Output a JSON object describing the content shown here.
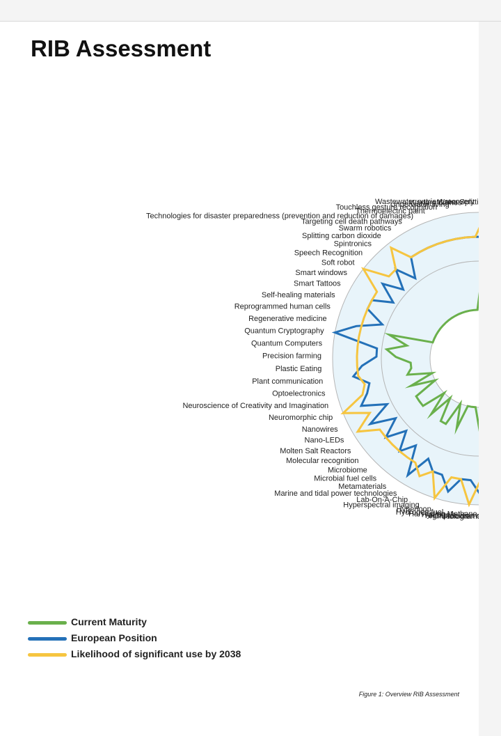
{
  "page": {
    "title": "RIB Assessment",
    "caption": "Figure 1: Overview RIB Assessment"
  },
  "colors": {
    "current_maturity": "#6ab04c",
    "european_position": "#2471b8",
    "likelihood": "#f6c540",
    "ring_fill": "#e8f4fa",
    "ring_line": "#b5b5b5"
  },
  "chart_data": {
    "type": "radar",
    "title": "RIB Assessment",
    "grid": true,
    "legend": "bottom-left",
    "rlim": [
      0,
      3
    ],
    "categories": [
      "Water Splitting",
      "Wastewater nutrient recovery",
      "Warfare drones",
      "Underwater living",
      "Touchless gesture recognition",
      "Thermoelectric paint",
      "Technologies for disaster preparedness (prevention and reduction of damages)",
      "Targeting cell death pathways",
      "Swarm robotics",
      "Splitting carbon dioxide",
      "Spintronics",
      "Speech Recognition",
      "Soft robot",
      "Smart windows",
      "Smart Tattoos",
      "Self-healing materials",
      "Reprogrammed human cells",
      "Regenerative medicine",
      "Quantum Cryptography",
      "Quantum Computers",
      "Precision farming",
      "Plastic Eating",
      "Plant communication",
      "Optoelectronics",
      "Neuroscience of Creativity and Imagination",
      "Neuromorphic chip",
      "Nanowires",
      "Nano-LEDs",
      "Molten Salt Reactors",
      "Molecular recognition",
      "Microbiome",
      "Microbial fuel cells",
      "Metamaterials",
      "Marine and tidal power technologies",
      "Lab-On-A-Chip",
      "Hyperspectral imaging",
      "Hyperloop",
      "Hydrogen fuel",
      "Hydrogels",
      "Humanoids",
      "Holograms",
      "High-precision clock",
      "Harvesting Methane Hydrate"
    ],
    "series": [
      {
        "name": "Current Maturity",
        "values": [
          2,
          1,
          1,
          1,
          1,
          1,
          1,
          1,
          1,
          1,
          1,
          1,
          1,
          1,
          1,
          1,
          1,
          1.9,
          1.5,
          1.9,
          1.7,
          1.4,
          1.4,
          1.5,
          1,
          1.5,
          1,
          1.5,
          1.5,
          1.5,
          1,
          1.5,
          1,
          1.5,
          1.5,
          1,
          1.5,
          1,
          1,
          1,
          1.5,
          1.5,
          1
        ]
      },
      {
        "name": "European Position",
        "values": [
          2.5,
          2.5,
          2.5,
          2.5,
          2.5,
          2.5,
          2.5,
          2.5,
          2.5,
          2.1,
          2.5,
          2.1,
          2.5,
          2.1,
          2.5,
          2.5,
          2.1,
          2.6,
          3,
          2.1,
          2.1,
          2.4,
          2.6,
          2.3,
          2.4,
          2.6,
          2.1,
          2.6,
          2.1,
          2.5,
          2.1,
          2.5,
          2.2,
          2.8,
          2.3,
          2.5,
          2.5,
          2.8,
          2.5,
          2.5,
          2.8,
          2.8,
          2.8
        ]
      },
      {
        "name": "Likelihood of significant use by 2038",
        "values": [
          3,
          2.5,
          2.5,
          2.5,
          2.5,
          2.5,
          2.5,
          2.5,
          2.5,
          2.9,
          2.5,
          2.5,
          3,
          2.5,
          2.5,
          2.5,
          2.5,
          2.5,
          2.5,
          2.5,
          2.5,
          2.5,
          2.5,
          2.4,
          2.5,
          3,
          2.5,
          2.9,
          2.5,
          2.5,
          2.5,
          2.5,
          2.5,
          2.5,
          2.7,
          2.5,
          3,
          2.5,
          2.5,
          3,
          2.5,
          2.5,
          3
        ]
      }
    ]
  }
}
